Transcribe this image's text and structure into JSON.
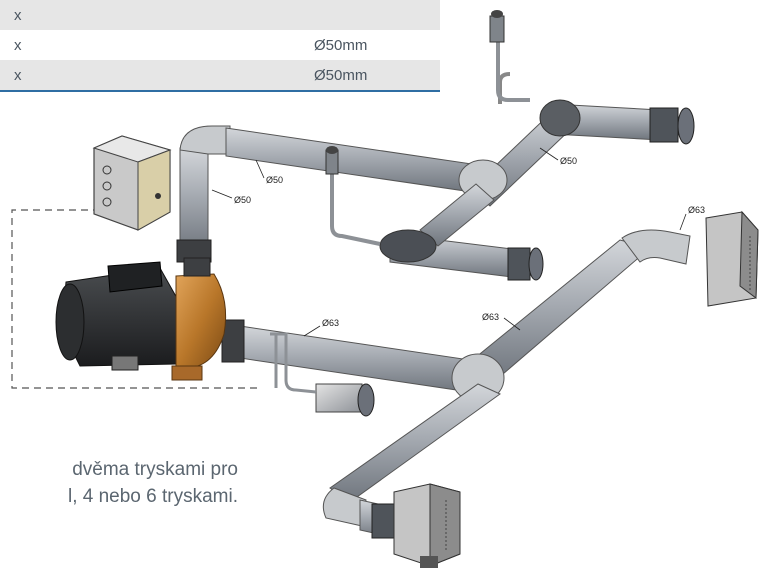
{
  "table": {
    "rows": [
      {
        "label": "x",
        "value": ""
      },
      {
        "label": "x",
        "value": "Ø50mm"
      },
      {
        "label": "x",
        "value": "Ø50mm"
      }
    ]
  },
  "dimensions": {
    "d50_left": "Ø50",
    "d50_vertical": "Ø50",
    "d50_right": "Ø50",
    "d63_upper_right": "Ø63",
    "d63_center": "Ø63",
    "d63_mid": "Ø63"
  },
  "caption": {
    "line1": "dvěma tryskami pro",
    "line2": "l, 4 nebo 6 tryskami."
  },
  "colors": {
    "pipe": "#a6abb2",
    "fitting": "#c7cacd",
    "pump_bronze": "#b9772a",
    "motor": "#2a2c2e",
    "nozzle": "#6b7079",
    "table_rule": "#2f6ea3"
  }
}
